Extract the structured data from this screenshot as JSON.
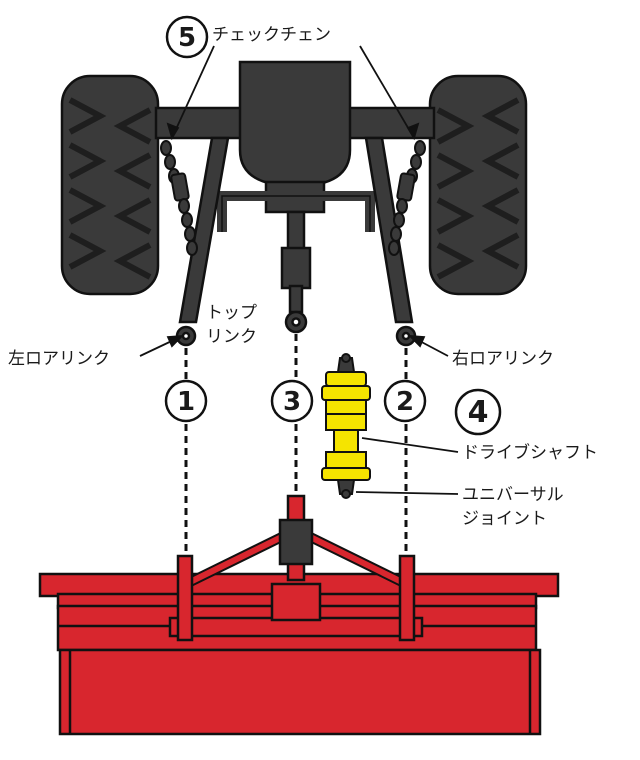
{
  "labels": {
    "check_chain": "チェックチェン",
    "top_link_line1": "トップ",
    "top_link_line2": "リンク",
    "left_lower_link": "左ロアリンク",
    "right_lower_link": "右ロアリンク",
    "drive_shaft": "ドライブシャフト",
    "universal_joint_line1": "ユニバーサル",
    "universal_joint_line2": "ジョイント"
  },
  "steps": {
    "step1": "1",
    "step2": "2",
    "step3": "3",
    "step4": "4",
    "step5": "5"
  },
  "colors": {
    "tractor": "#3a3a3a",
    "tire_tread": "#1e1e1e",
    "implement": "#d8262e",
    "implement_dark": "#a81a20",
    "shaft": "#f5e400",
    "outline": "#111111"
  },
  "icons": {
    "tractor": "tractor-rear-view-icon",
    "implement": "rotary-tiller-icon",
    "shaft": "drive-shaft-icon"
  }
}
